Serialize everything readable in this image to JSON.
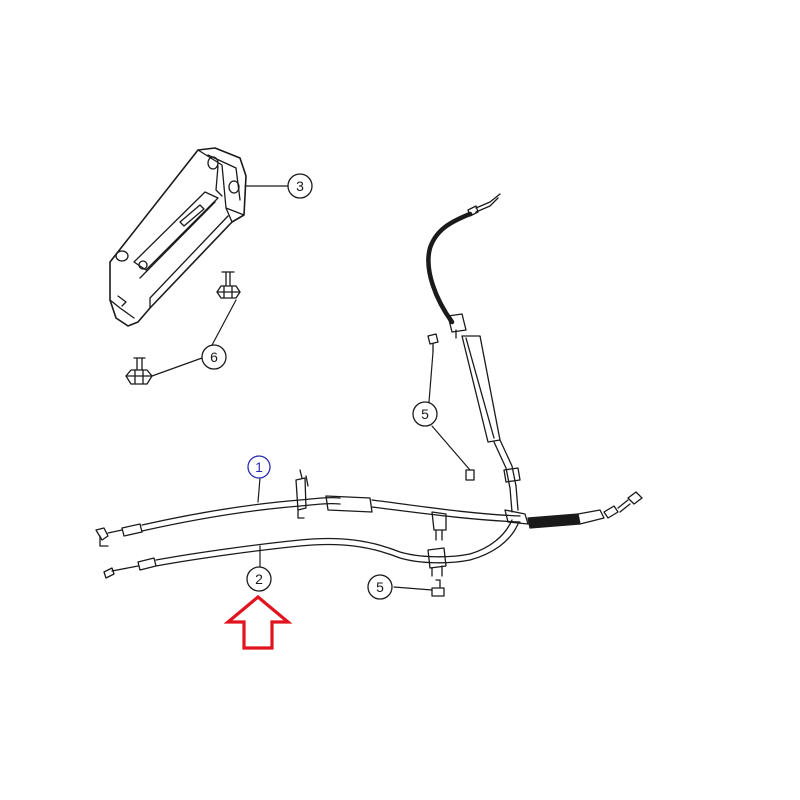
{
  "diagram": {
    "callouts": {
      "c1": "1",
      "c2": "2",
      "c3": "3",
      "c5a": "5",
      "c5b": "5",
      "c6": "6"
    },
    "colors": {
      "line": "#1a1a1a",
      "callout_highlight": "#2b2bb3",
      "arrow": "#e0141e",
      "background": "#ffffff"
    },
    "arrow": {
      "direction": "up",
      "style": "outline",
      "points_to": "2"
    }
  }
}
